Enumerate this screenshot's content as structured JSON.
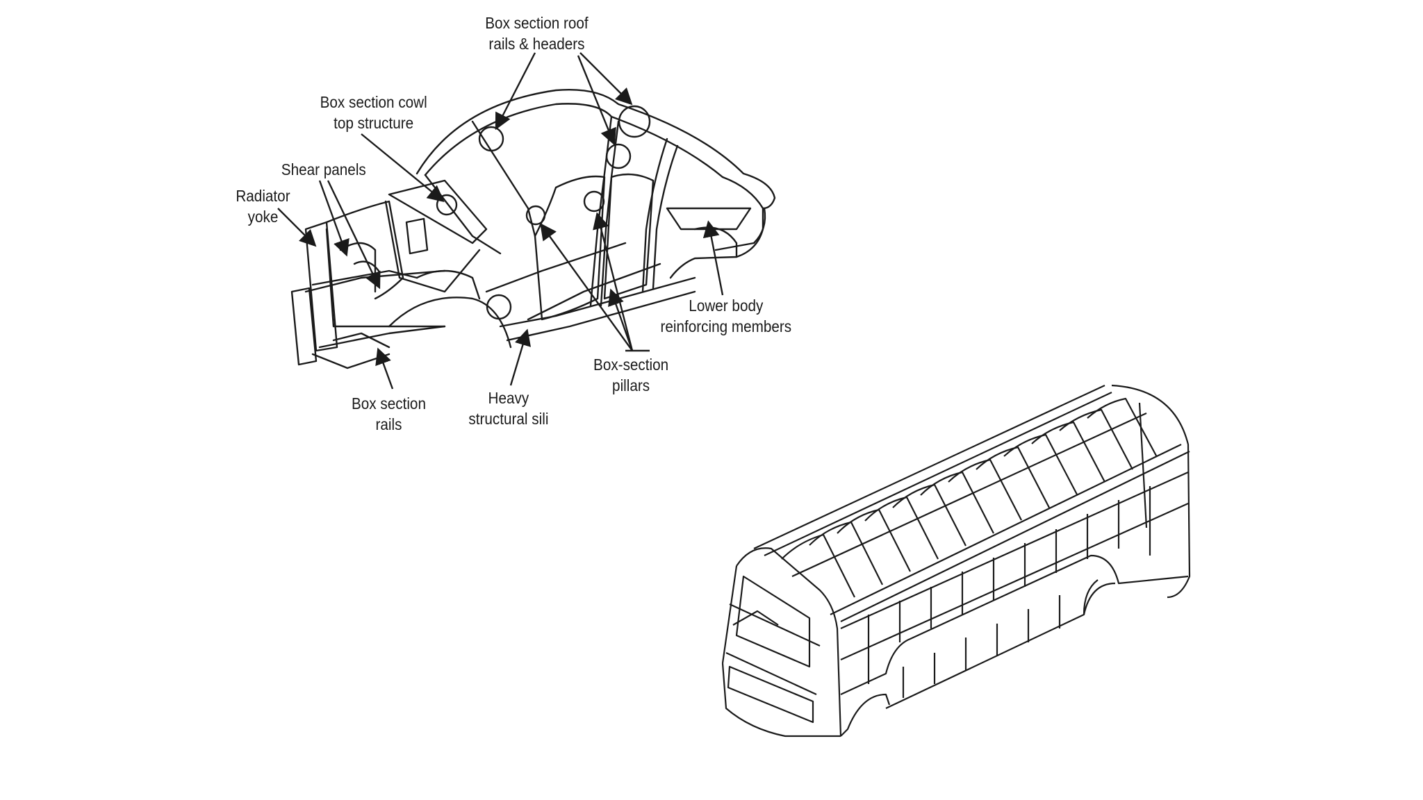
{
  "car_figure": {
    "labels": {
      "roof_rails": [
        "Box section roof",
        "rails & headers"
      ],
      "cowl_top": [
        "Box section cowl",
        "top structure"
      ],
      "shear_panels": [
        "Shear panels"
      ],
      "radiator_yoke": [
        "Radiator",
        "yoke"
      ],
      "lower_body": [
        "Lower body",
        "reinforcing members"
      ],
      "pillars": [
        "Box-section",
        "pillars"
      ],
      "sill": [
        "Heavy",
        "structural sili"
      ],
      "rails": [
        "Box section",
        "rails"
      ]
    }
  },
  "bus_figure": {
    "description_icon": "bus-space-frame-drawing"
  },
  "colors": {
    "ink": "#1a1a1a",
    "background": "#ffffff",
    "frame_fill": "#f4f4f4"
  }
}
